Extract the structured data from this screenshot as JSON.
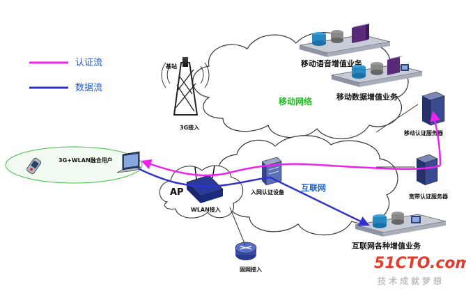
{
  "legend": {
    "auth": {
      "label": "认证流",
      "color": "#ee22ee"
    },
    "data": {
      "label": "数据流",
      "color": "#3333cc"
    }
  },
  "networks": {
    "mobile": {
      "label": "移动网络",
      "color": "#22bb22"
    },
    "internet": {
      "label": "互联网",
      "color": "#2266cc"
    }
  },
  "nodes": {
    "base_station": "基站",
    "access_3g": "3G接入",
    "fused_user": "3G+WLAN融合用户",
    "ap": "AP",
    "wlan_access": "WLAN接入",
    "auth_device": "入网认证设备",
    "fixed_access": "固网接入",
    "mobile_voice": "移动语音增值业务",
    "mobile_data": "移动数据增值业务",
    "mobile_auth_server": "移动认证服务器",
    "broadband_auth_server": "宽带认证服务器",
    "internet_services": "互联网各种增值业务"
  },
  "watermark": {
    "brand": "51CTO.com",
    "tagline": "技术成就梦想"
  },
  "colors": {
    "cloud_stroke": "#333333",
    "ellipse_stroke": "#44bb44",
    "ellipse_fill": "#f2fbf2",
    "server_purple": "#5a2a7a",
    "platform": "#c8ccd6"
  }
}
